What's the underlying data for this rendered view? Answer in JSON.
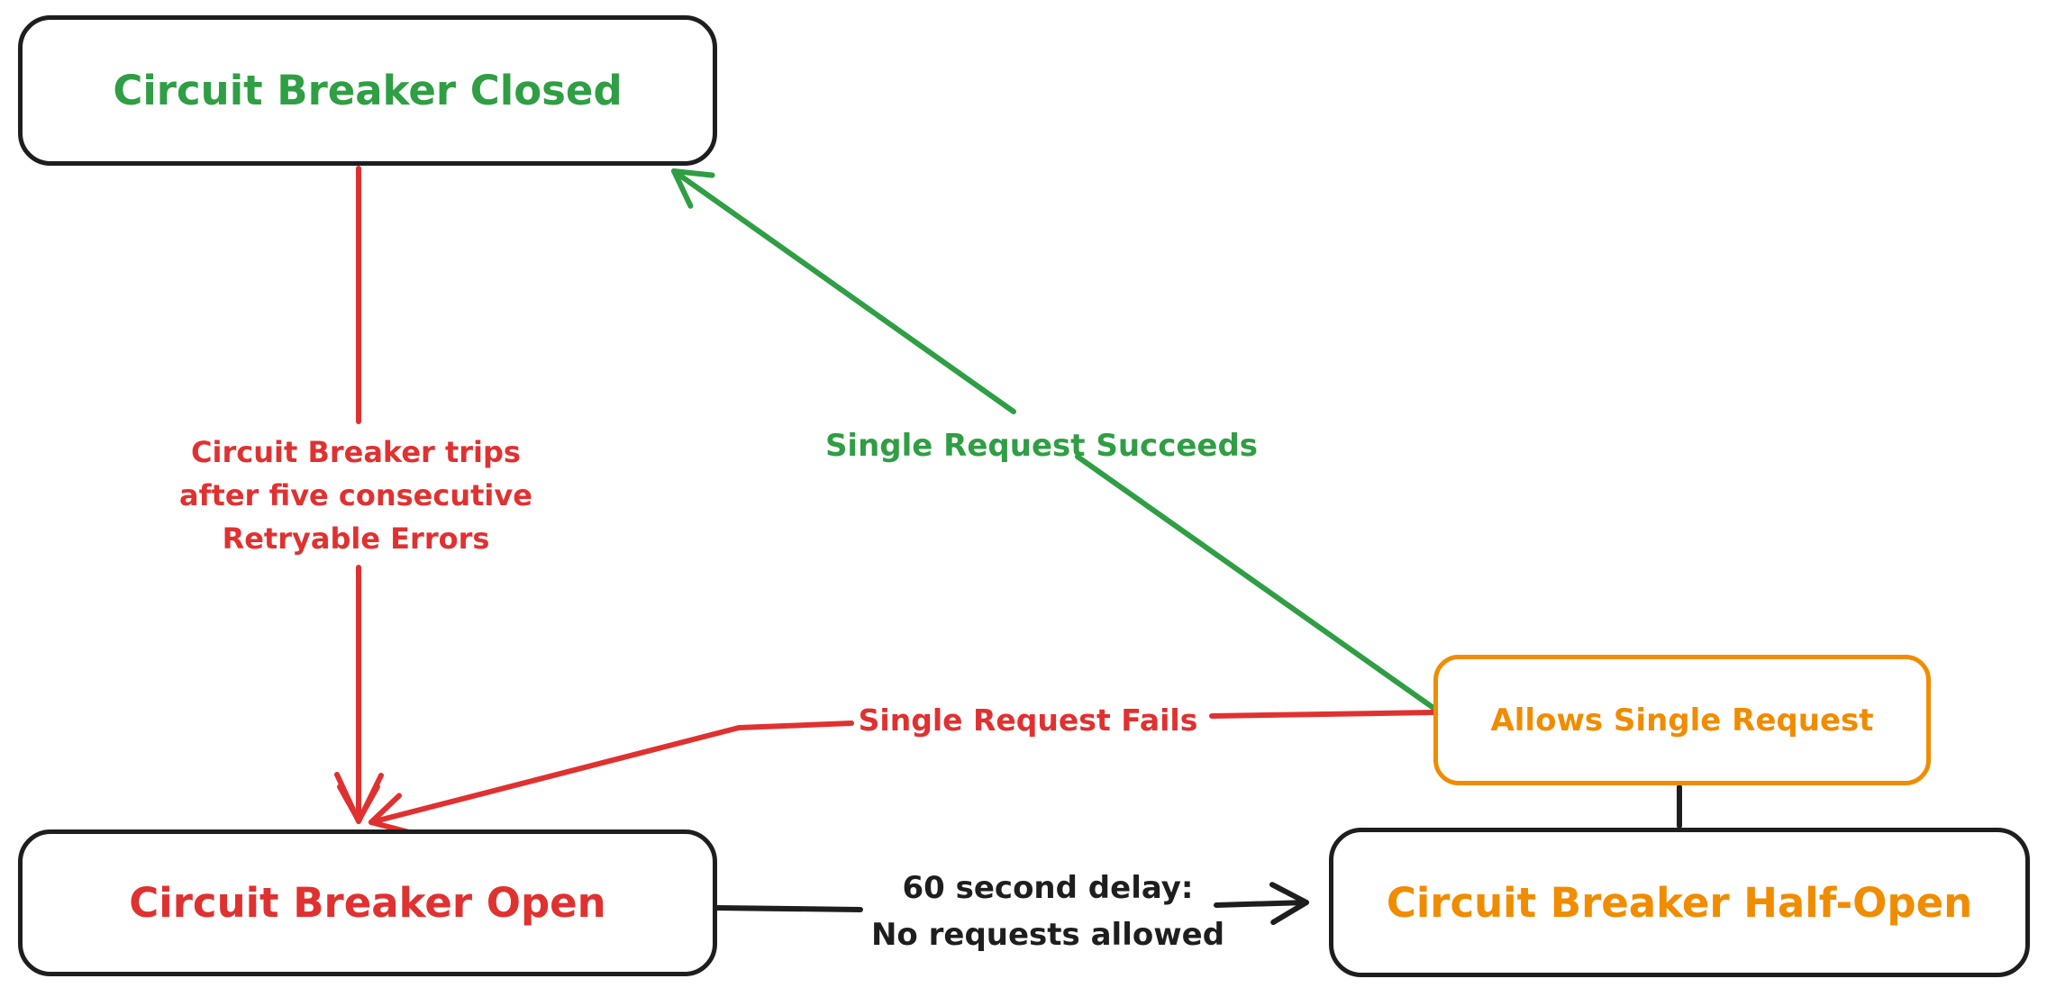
{
  "palette": {
    "black": "#1e1e1e",
    "red": "#e03131",
    "green": "#2f9e44",
    "orange": "#f08c00"
  },
  "nodes": {
    "closed": {
      "label": "Circuit Breaker Closed"
    },
    "open": {
      "label": "Circuit Breaker Open"
    },
    "half_open": {
      "label": "Circuit Breaker Half-Open"
    },
    "allows_single_request": {
      "label": "Allows Single Request"
    }
  },
  "edges": {
    "trips": {
      "line1": "Circuit Breaker trips",
      "line2": "after five consecutive",
      "line3": "Retryable Errors"
    },
    "succeeds": {
      "label": "Single Request Succeeds"
    },
    "fails": {
      "label": "Single Request Fails"
    },
    "delay": {
      "line1": "60 second delay:",
      "line2": "No requests allowed"
    }
  }
}
